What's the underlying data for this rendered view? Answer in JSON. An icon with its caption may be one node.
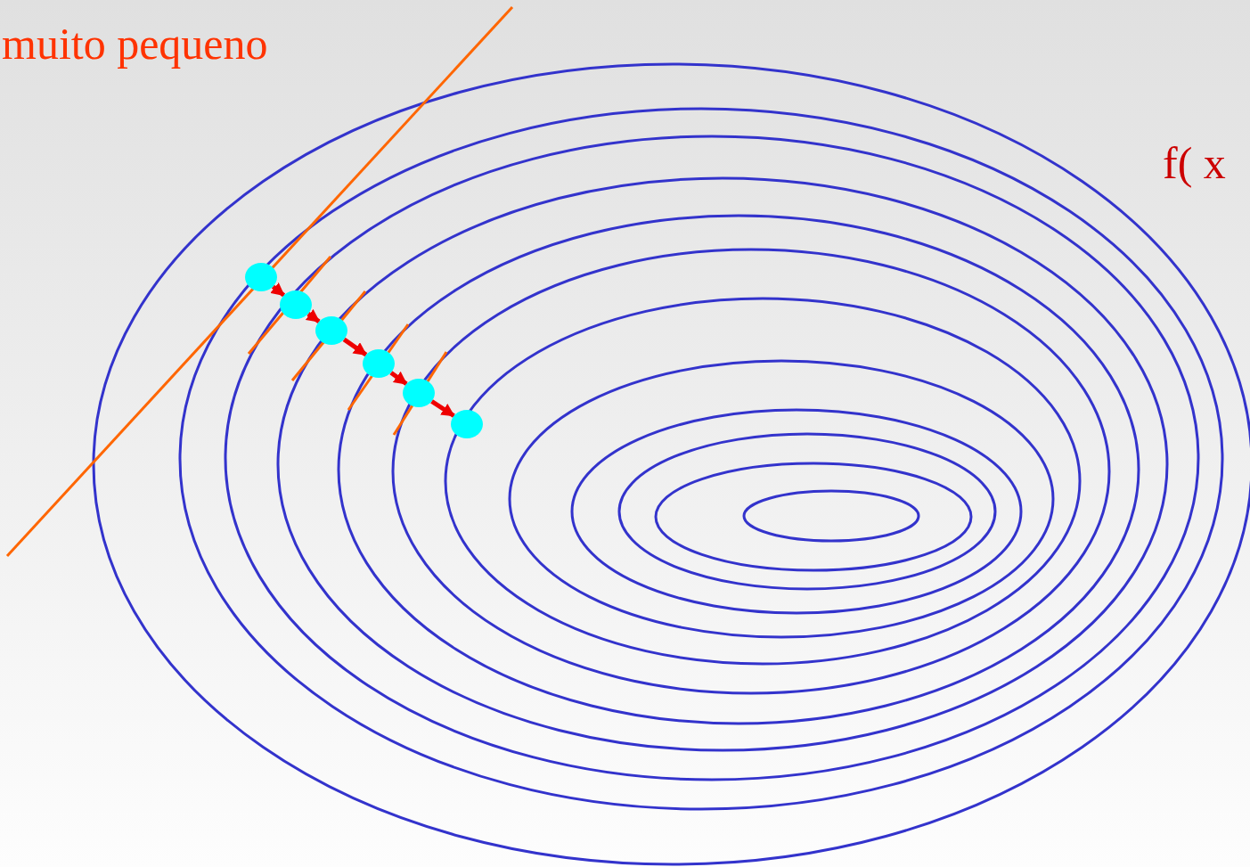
{
  "diagram": {
    "nodes": [
      {
        "text": [],
        "shape": "circle"
      },
      {
        "text": [],
        "shape": "circle"
      },
      {
        "text": [],
        "shape": "circle"
      },
      {
        "text": [],
        "shape": "circle"
      },
      {
        "text": [],
        "shape": "circle"
      },
      {
        "text": [],
        "shape": "circle"
      }
    ],
    "edges": [
      {
        "from": 0,
        "to": 1,
        "arrow": "to"
      },
      {
        "from": 1,
        "to": 2,
        "arrow": "to"
      },
      {
        "from": 2,
        "to": 3,
        "arrow": "to"
      },
      {
        "from": 3,
        "to": 4,
        "arrow": "to"
      },
      {
        "from": 4,
        "to": 5,
        "arrow": "to"
      }
    ],
    "labels": [
      "muito pequeno",
      "f( x"
    ]
  }
}
